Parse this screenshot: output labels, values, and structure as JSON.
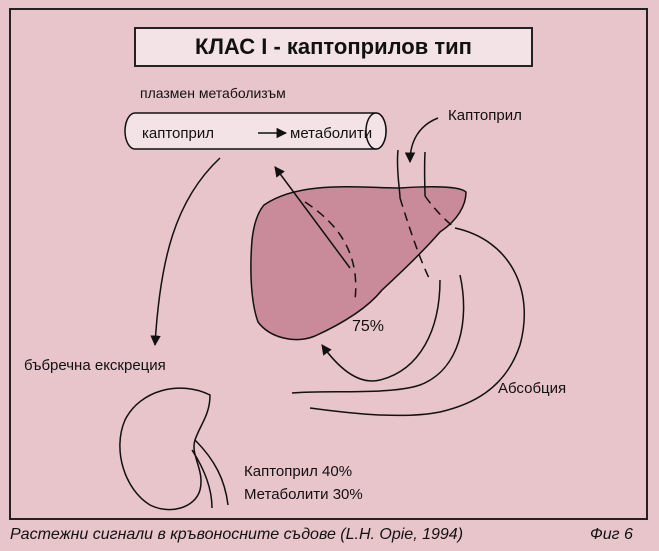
{
  "title": "КЛАС I - каптоприлов тип",
  "labels": {
    "plasma_metabolism": "плазмен метаболизъм",
    "vessel_left": "каптоприл",
    "vessel_right": "метаболити",
    "captopril_in": "Каптоприл",
    "percent_75": "75%",
    "renal_excretion": "бъбречна екскреция",
    "absorption": "Абсобция",
    "kidney_captopril": "Каптоприл 40%",
    "kidney_metabolites": "Метаболити 30%"
  },
  "caption": {
    "text": "Растежни сигнали в кръвоносните съдове (L.H. Opie, 1994)",
    "fig": "Фиг 6"
  },
  "colors": {
    "background": "#e8c4cb",
    "liver": "#c98a99",
    "box": "#f3e3e6"
  }
}
